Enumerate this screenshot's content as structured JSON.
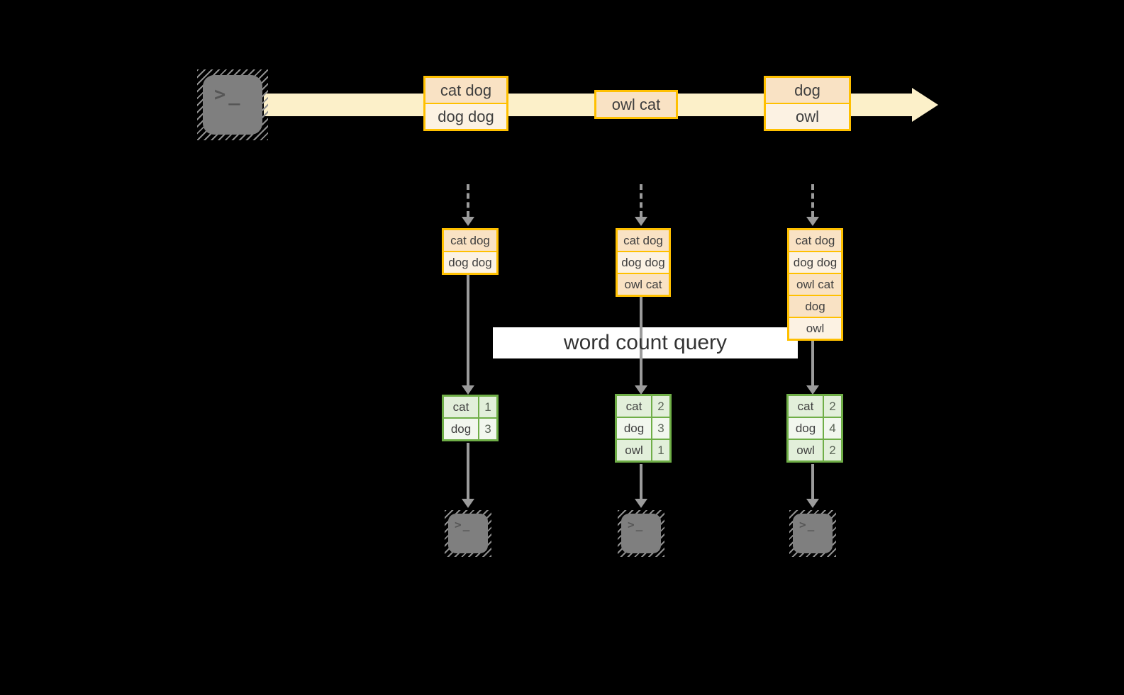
{
  "query_label": "word count query",
  "stream": {
    "records": [
      {
        "lines": [
          "cat dog",
          "dog dog"
        ]
      },
      {
        "lines": [
          "owl cat"
        ]
      },
      {
        "lines": [
          "dog",
          "owl"
        ]
      }
    ]
  },
  "columns": [
    {
      "state": [
        "cat dog",
        "dog dog"
      ],
      "counts": [
        [
          "cat",
          "1"
        ],
        [
          "dog",
          "3"
        ]
      ]
    },
    {
      "state": [
        "cat dog",
        "dog dog",
        "owl cat"
      ],
      "counts": [
        [
          "cat",
          "2"
        ],
        [
          "dog",
          "3"
        ],
        [
          "owl",
          "1"
        ]
      ]
    },
    {
      "state": [
        "cat dog",
        "dog dog",
        "owl cat",
        "dog",
        "owl"
      ],
      "counts": [
        [
          "cat",
          "2"
        ],
        [
          "dog",
          "4"
        ],
        [
          "owl",
          "2"
        ]
      ]
    }
  ],
  "terminal": {
    "chevron": ">",
    "cursor": "_"
  },
  "colors": {
    "background": "#000000",
    "stream_band": "#fcf0c9",
    "record_border": "#ffc000",
    "record_fill_peach": "#f9e2c4",
    "record_fill_cream": "#fcf2e3",
    "table_border": "#6fae47",
    "table_fill_light": "#e2efda",
    "table_fill_lighter": "#f2f7ee",
    "arrow_gray": "#9b9b9b",
    "terminal_gray": "#7f7f7f",
    "query_box": "#ffffff",
    "text": "#3f3f3f"
  }
}
